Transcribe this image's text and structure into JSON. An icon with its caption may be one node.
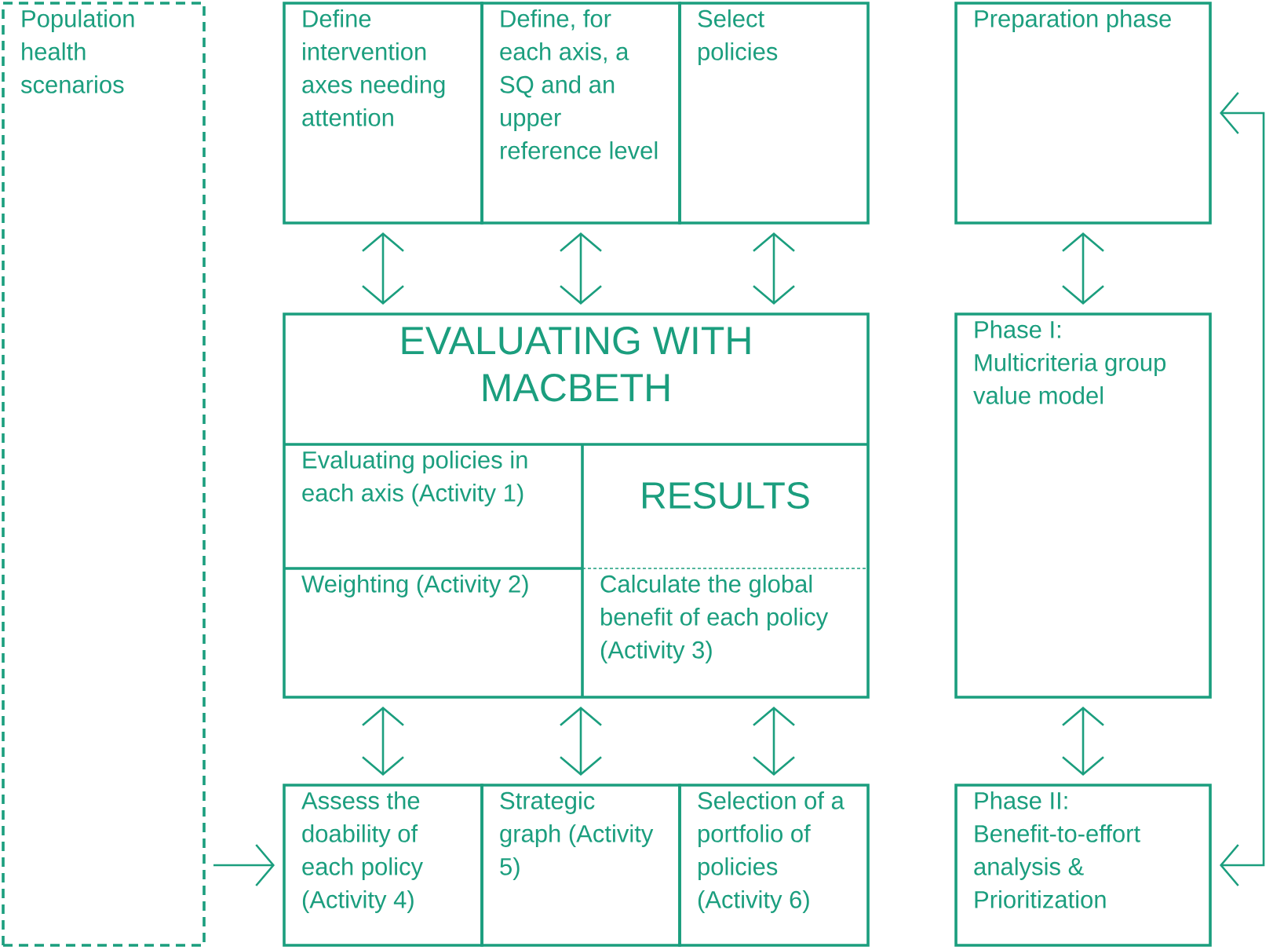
{
  "diagram": {
    "nodes": [
      {
        "text": [
          "Population health scenarios"
        ]
      },
      {
        "text": [
          "Define intervention axes needing attention"
        ]
      },
      {
        "text": [
          "Define, for each axis, a SQ and an upper reference level"
        ]
      },
      {
        "text": [
          "Select policies"
        ]
      },
      {
        "text": [
          "EVALUATING WITH MACBETH"
        ]
      },
      {
        "text": [
          "Evaluating policies in each axis (Activity 1)"
        ],
        "in": 4
      },
      {
        "text": [
          "RESULTS"
        ],
        "in": 4
      },
      {
        "text": [
          "Weighting (Activity 2)"
        ],
        "in": 4
      },
      {
        "text": [
          "Calculate the global benefit of each policy (Activity 3)"
        ],
        "in": 4
      },
      {
        "text": [
          "Assess the doability of each policy (Activity 4)"
        ]
      },
      {
        "text": [
          "Strategic graph (Activity 5)"
        ]
      },
      {
        "text": [
          "Selection of a portfolio of policies (Activity 6)"
        ]
      },
      {
        "text": [
          "Preparation phase"
        ]
      },
      {
        "text": [
          "Phase I: Multicriteria group value model"
        ]
      },
      {
        "text": [
          "Phase II: Benefit-to-effort analysis & Prioritization"
        ]
      }
    ],
    "edges": [
      {
        "from": 1,
        "to": 4,
        "arrow": "both"
      },
      {
        "from": 2,
        "to": 4,
        "arrow": "both"
      },
      {
        "from": 3,
        "to": 4,
        "arrow": "both"
      },
      {
        "from": 4,
        "to": 9,
        "arrow": "both"
      },
      {
        "from": 4,
        "to": 10,
        "arrow": "both"
      },
      {
        "from": 4,
        "to": 11,
        "arrow": "both"
      },
      {
        "from": 12,
        "to": 13,
        "arrow": "both"
      },
      {
        "from": 13,
        "to": 14,
        "arrow": "both"
      },
      {
        "from": 0,
        "to": 9,
        "arrow": "to"
      },
      {
        "from": 14,
        "to": 12,
        "arrow": "both"
      }
    ]
  }
}
